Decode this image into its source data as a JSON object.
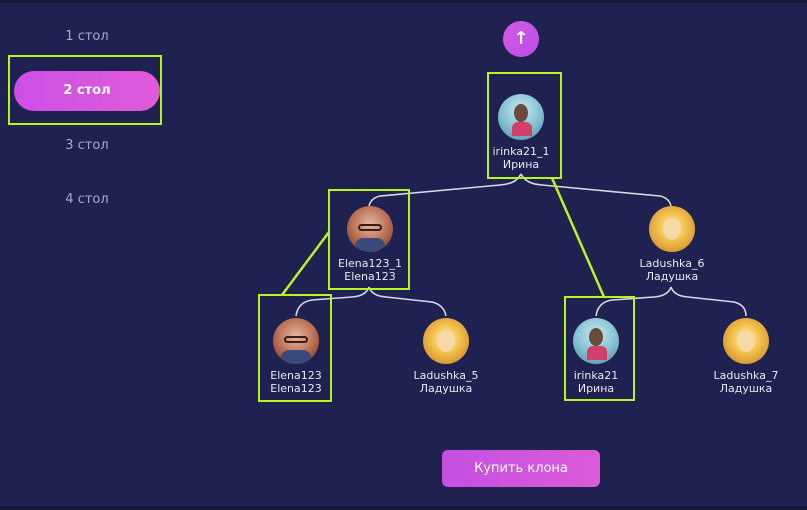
{
  "tables": [
    {
      "label": "1 стол",
      "active": false
    },
    {
      "label": "2 стол",
      "active": true
    },
    {
      "label": "3 стол",
      "active": false
    },
    {
      "label": "4 стол",
      "active": false
    }
  ],
  "up_button": {
    "icon": "arrow-up-icon",
    "glyph": "↑"
  },
  "tree": {
    "root": {
      "username": "irinka21_1",
      "name": "Ирина",
      "avatar": "photo-girl-pool"
    },
    "left": {
      "username": "Elena123_1",
      "name": "Elena123",
      "avatar": "photo-woman-glasses"
    },
    "right": {
      "username": "Ladushka_6",
      "name": "Ладушка",
      "avatar": "photo-woman-sunlight"
    },
    "left_left": {
      "username": "Elena123",
      "name": "Elena123",
      "avatar": "photo-woman-glasses"
    },
    "left_right": {
      "username": "Ladushka_5",
      "name": "Ладушка",
      "avatar": "photo-woman-sunlight"
    },
    "right_left": {
      "username": "irinka21",
      "name": "Ирина",
      "avatar": "photo-girl-pool"
    },
    "right_right": {
      "username": "Ladushka_7",
      "name": "Ладушка",
      "avatar": "photo-woman-sunlight"
    }
  },
  "buy_button": {
    "label": "Купить клона"
  },
  "colors": {
    "background": "#1f2150",
    "accent": "#d45ae4",
    "highlight": "#b6f51f",
    "connector": "#d7d8e6"
  }
}
